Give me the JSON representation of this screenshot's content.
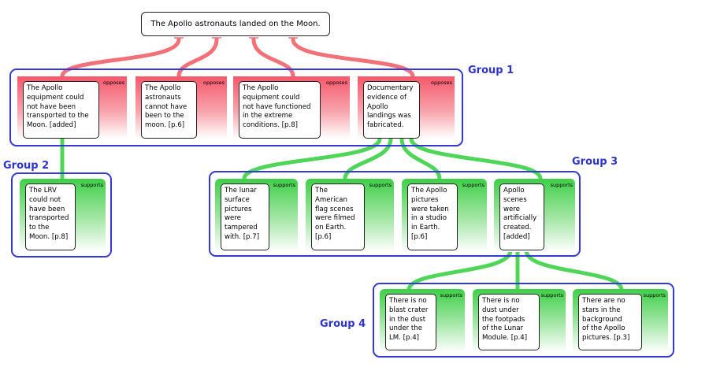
{
  "colors": {
    "opposes": "#f27078",
    "supports": "#4fd558",
    "group_border": "#3338d6"
  },
  "claim": "The Apollo astronauts landed on the Moon.",
  "groups": {
    "g1": "Group 1",
    "g2": "Group 2",
    "g3": "Group 3",
    "g4": "Group 4"
  },
  "relation_labels": {
    "opposes": "opposes",
    "supports": "supports"
  },
  "premises": {
    "g1_1": "The Apollo\nequipment could\nnot have been\ntransported to the\nMoon. [added]",
    "g1_2": "The Apollo\nastronauts\ncannot have\nbeen to the\nmoon. [p.6]",
    "g1_3": "The Apollo\nequipment could\nnot have functioned\nin the extreme\nconditions. [p.8]",
    "g1_4": "Documentary\nevidence of\nApollo\nlandings was\nfabricated.",
    "g2_1": "The LRV\ncould not\nhave been\ntransported\nto the\nMoon. [p.8]",
    "g3_1": "The lunar\nsurface\npictures\nwere\ntampered\nwith. [p.7]",
    "g3_2": "The\nAmerican\nflag scenes\nwere filmed\non Earth.\n[p.6]",
    "g3_3": "The Apollo\npictures\nwere taken\nin a studio\nin Earth.\n[p.6]",
    "g3_4": "Apollo\nscenes\nwere\nartificially\ncreated.\n[added]",
    "g4_1": "There is no\nblast crater\nin the dust\nunder the\nLM. [p.4]",
    "g4_2": "There is no\ndust under\nthe footpads\nof the Lunar\nModule. [p.4]",
    "g4_3": "There are no\nstars in the\nbackground\nof the Apollo\npictures. [p.3]"
  }
}
